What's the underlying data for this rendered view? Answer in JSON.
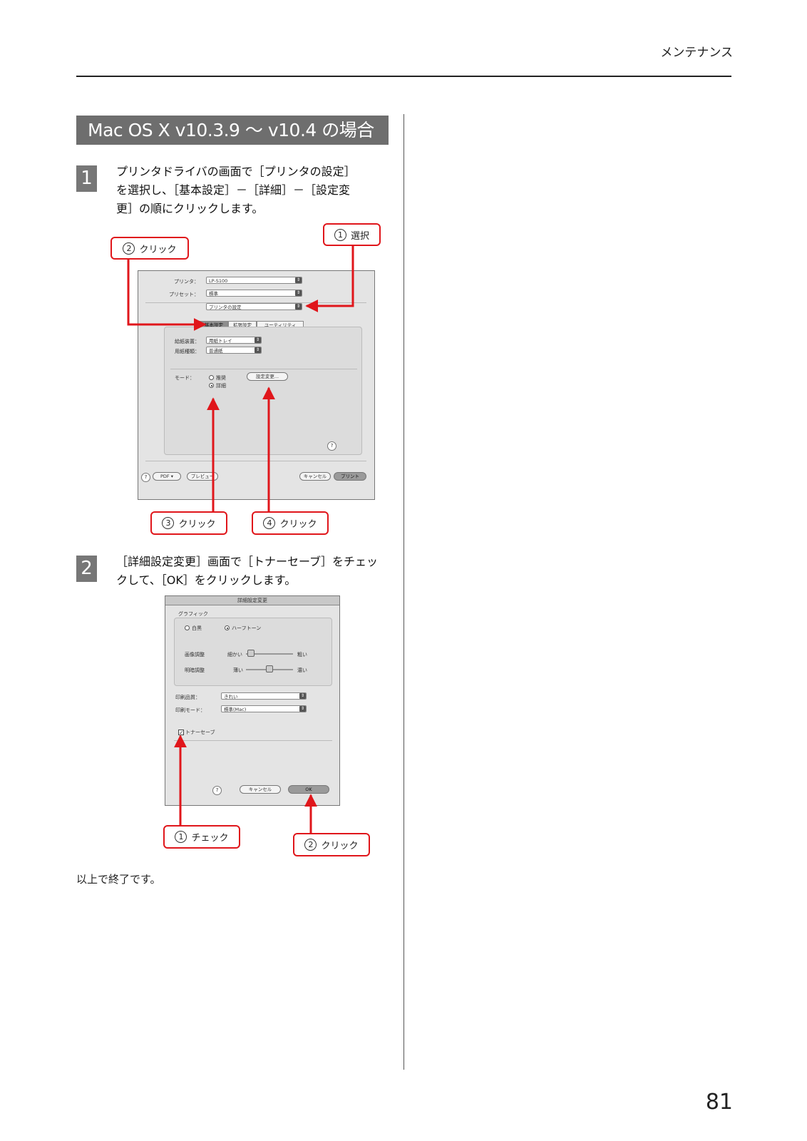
{
  "header": {
    "section": "メンテナンス"
  },
  "title": "Mac OS X v10.3.9 〜 v10.4 の場合",
  "steps": [
    {
      "num": "1",
      "text_lines": [
        "プリンタドライバの画面で［プリンタの設定］",
        "を選択し、［基本設定］－［詳細］－［設定変",
        "更］の順にクリックします。"
      ]
    },
    {
      "num": "2",
      "text_lines": [
        "［詳細設定変更］画面で［トナーセーブ］をチェッ",
        "クして、［OK］をクリックします。"
      ]
    }
  ],
  "callouts1": [
    {
      "num": "1",
      "label": "選択"
    },
    {
      "num": "2",
      "label": "クリック"
    },
    {
      "num": "3",
      "label": "クリック"
    },
    {
      "num": "4",
      "label": "クリック"
    }
  ],
  "callouts2": [
    {
      "num": "1",
      "label": "チェック"
    },
    {
      "num": "2",
      "label": "クリック"
    }
  ],
  "print_dialog": {
    "printer_label": "プリンタ：",
    "printer_value": "LP-S100",
    "preset_label": "プリセット：",
    "preset_value": "標準",
    "pane_value": "プリンタの設定",
    "tabs": [
      "基本設定",
      "拡張設定",
      "ユーティリティ"
    ],
    "feed_label": "給紙装置：",
    "feed_value": "用紙トレイ",
    "paper_label": "用紙種類：",
    "paper_value": "普通紙",
    "mode_label": "モード：",
    "mode_options": [
      "推奨",
      "詳細"
    ],
    "settings_button": "設定変更...",
    "help": "?",
    "pdf_button": "PDF ▾",
    "preview_button": "プレビュー",
    "cancel_button": "キャンセル",
    "print_button": "プリント"
  },
  "detail_dialog": {
    "title": "詳細設定変更",
    "graphic_label": "グラフィック",
    "radio_options": [
      "白黒",
      "ハーフトーン"
    ],
    "image_adjust_label": "画像調整",
    "image_left": "細かい",
    "image_right": "粗い",
    "sharp_label": "明暗調整",
    "sharp_left": "薄い",
    "sharp_right": "濃い",
    "quality_label": "印刷品質：",
    "quality_value": "きれい",
    "mode_label": "印刷モード：",
    "mode_value": "標準(Mac)",
    "toner_save": "トナーセーブ",
    "help": "?",
    "cancel_button": "キャンセル",
    "ok_button": "OK"
  },
  "end_text": "以上で終了です。",
  "page_number": "81",
  "colors": {
    "accent": "#e0161b",
    "title_bg": "#6e6e6e"
  }
}
